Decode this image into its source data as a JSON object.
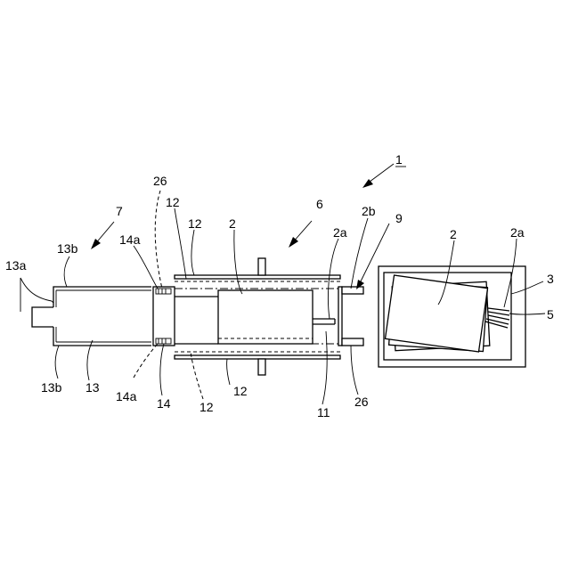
{
  "labels": {
    "l1": "1",
    "l2a_dev": "2",
    "l2b_box": "2",
    "l2a_rod": "2a",
    "l2a_card": "2a",
    "l2b": "2b",
    "l3": "3",
    "l5": "5",
    "l6": "6",
    "l7": "7",
    "l9": "9",
    "l11": "11",
    "l12_tl": "12",
    "l12_tr": "12",
    "l12_bl": "12",
    "l12_br": "12",
    "l13": "13",
    "l13a": "13a",
    "l13b_top": "13b",
    "l13b_bot": "13b",
    "l14": "14",
    "l14a_top": "14a",
    "l14a_bot": "14a",
    "l26_top": "26",
    "l26_bot": "26"
  }
}
